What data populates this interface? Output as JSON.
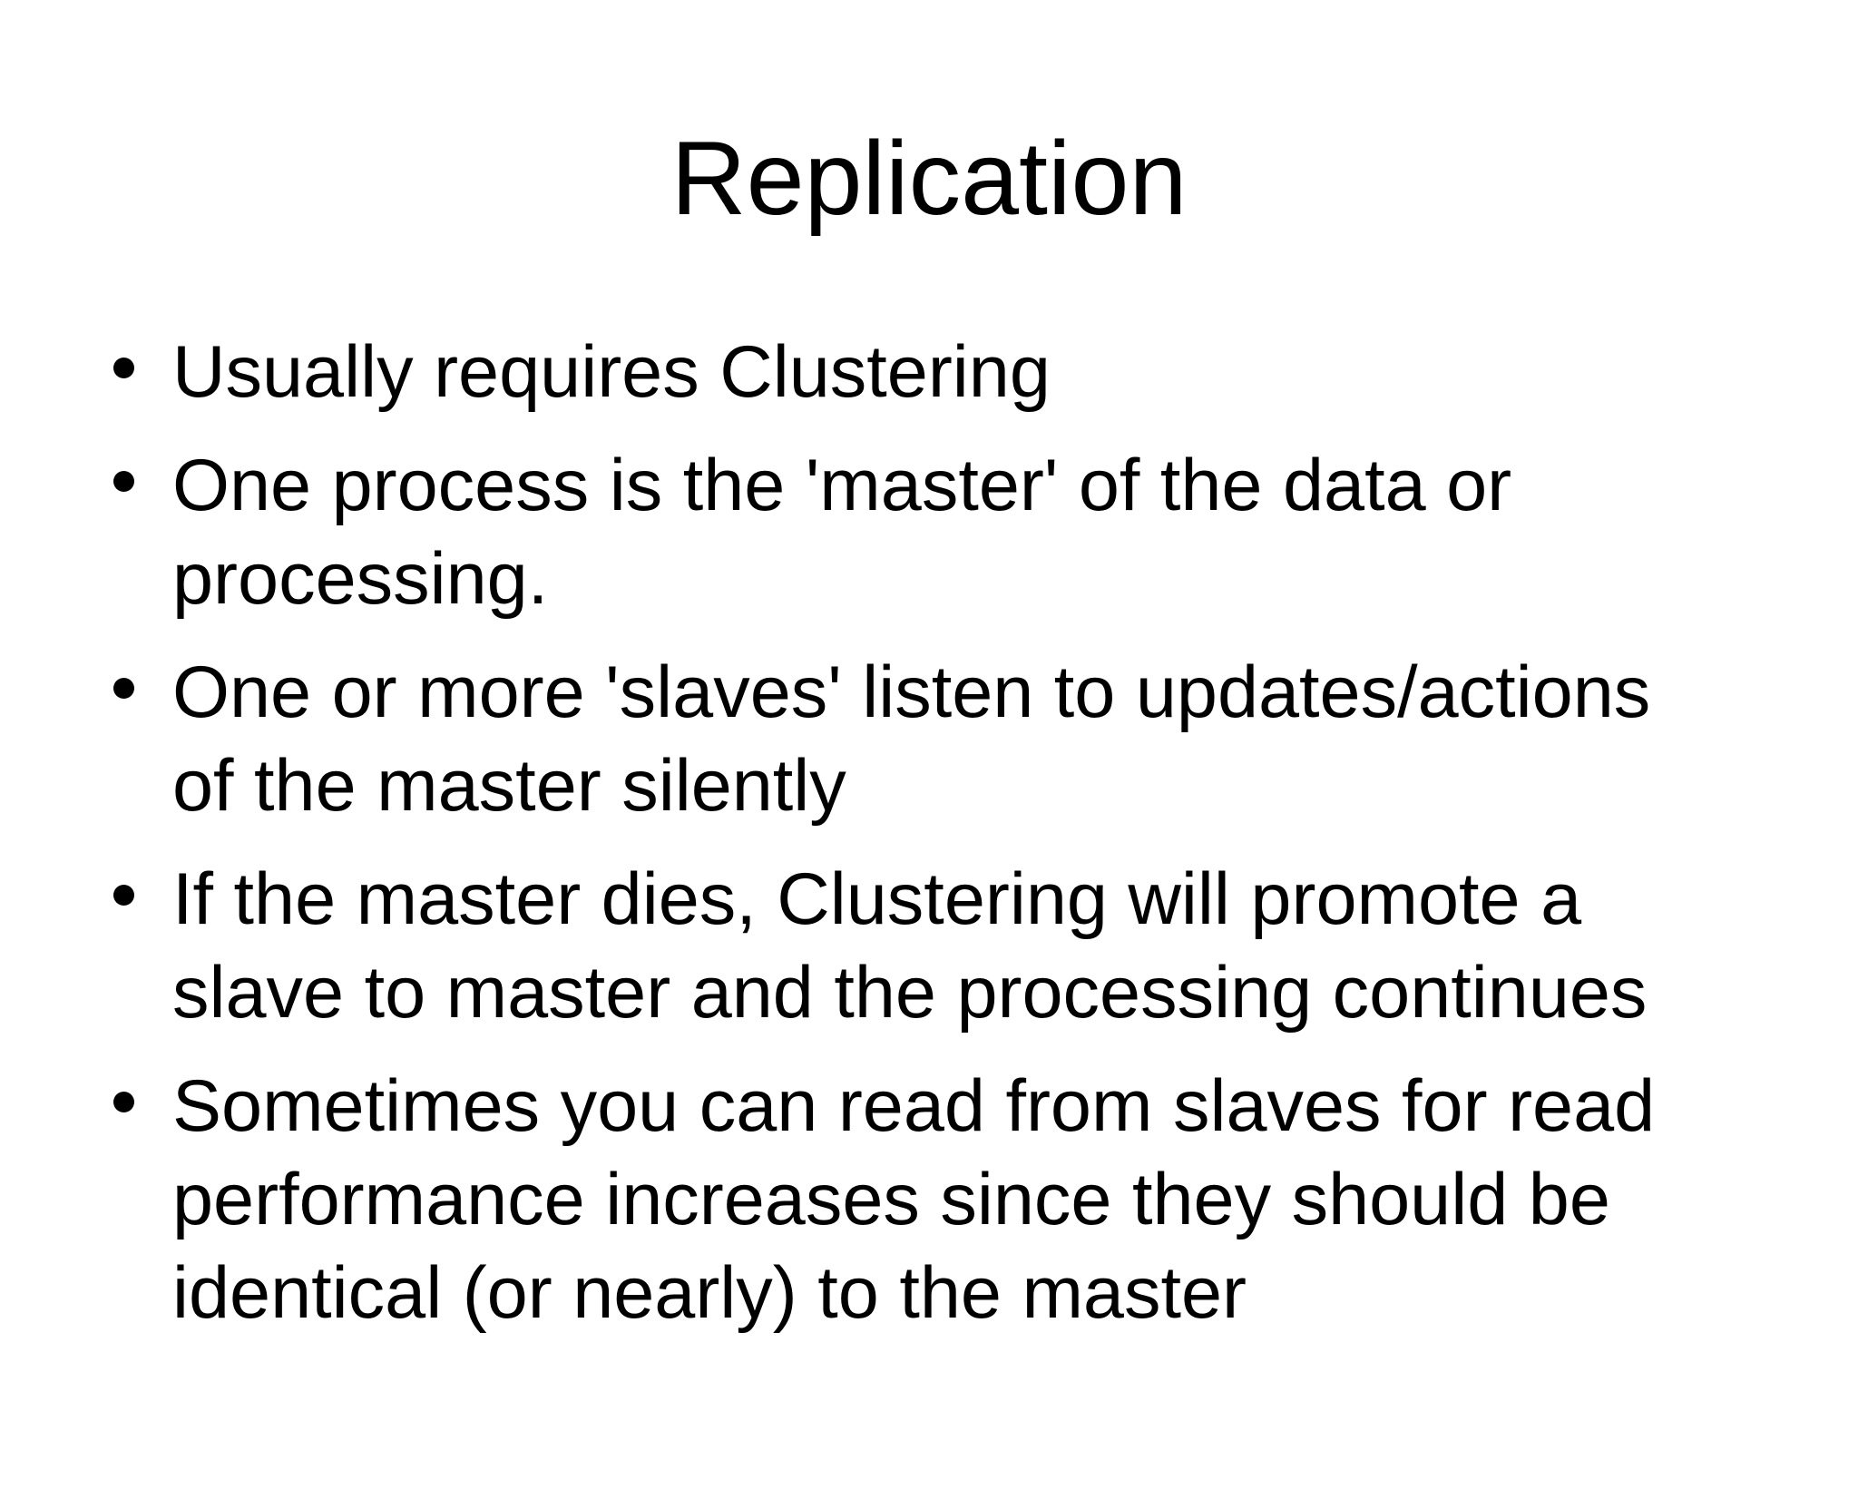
{
  "slide": {
    "title": "Replication",
    "bullets": [
      "Usually requires Clustering",
      "One process is the 'master' of the data or processing.",
      "One or more 'slaves' listen to updates/actions of the master silently",
      "If the master dies, Clustering will promote a slave to master and the processing continues",
      "Sometimes you can read from slaves for read performance increases since they should be identical (or nearly) to the master"
    ]
  },
  "colors": {
    "background": "#ffffff",
    "text": "#000000",
    "bullet_dot": "#000000"
  }
}
